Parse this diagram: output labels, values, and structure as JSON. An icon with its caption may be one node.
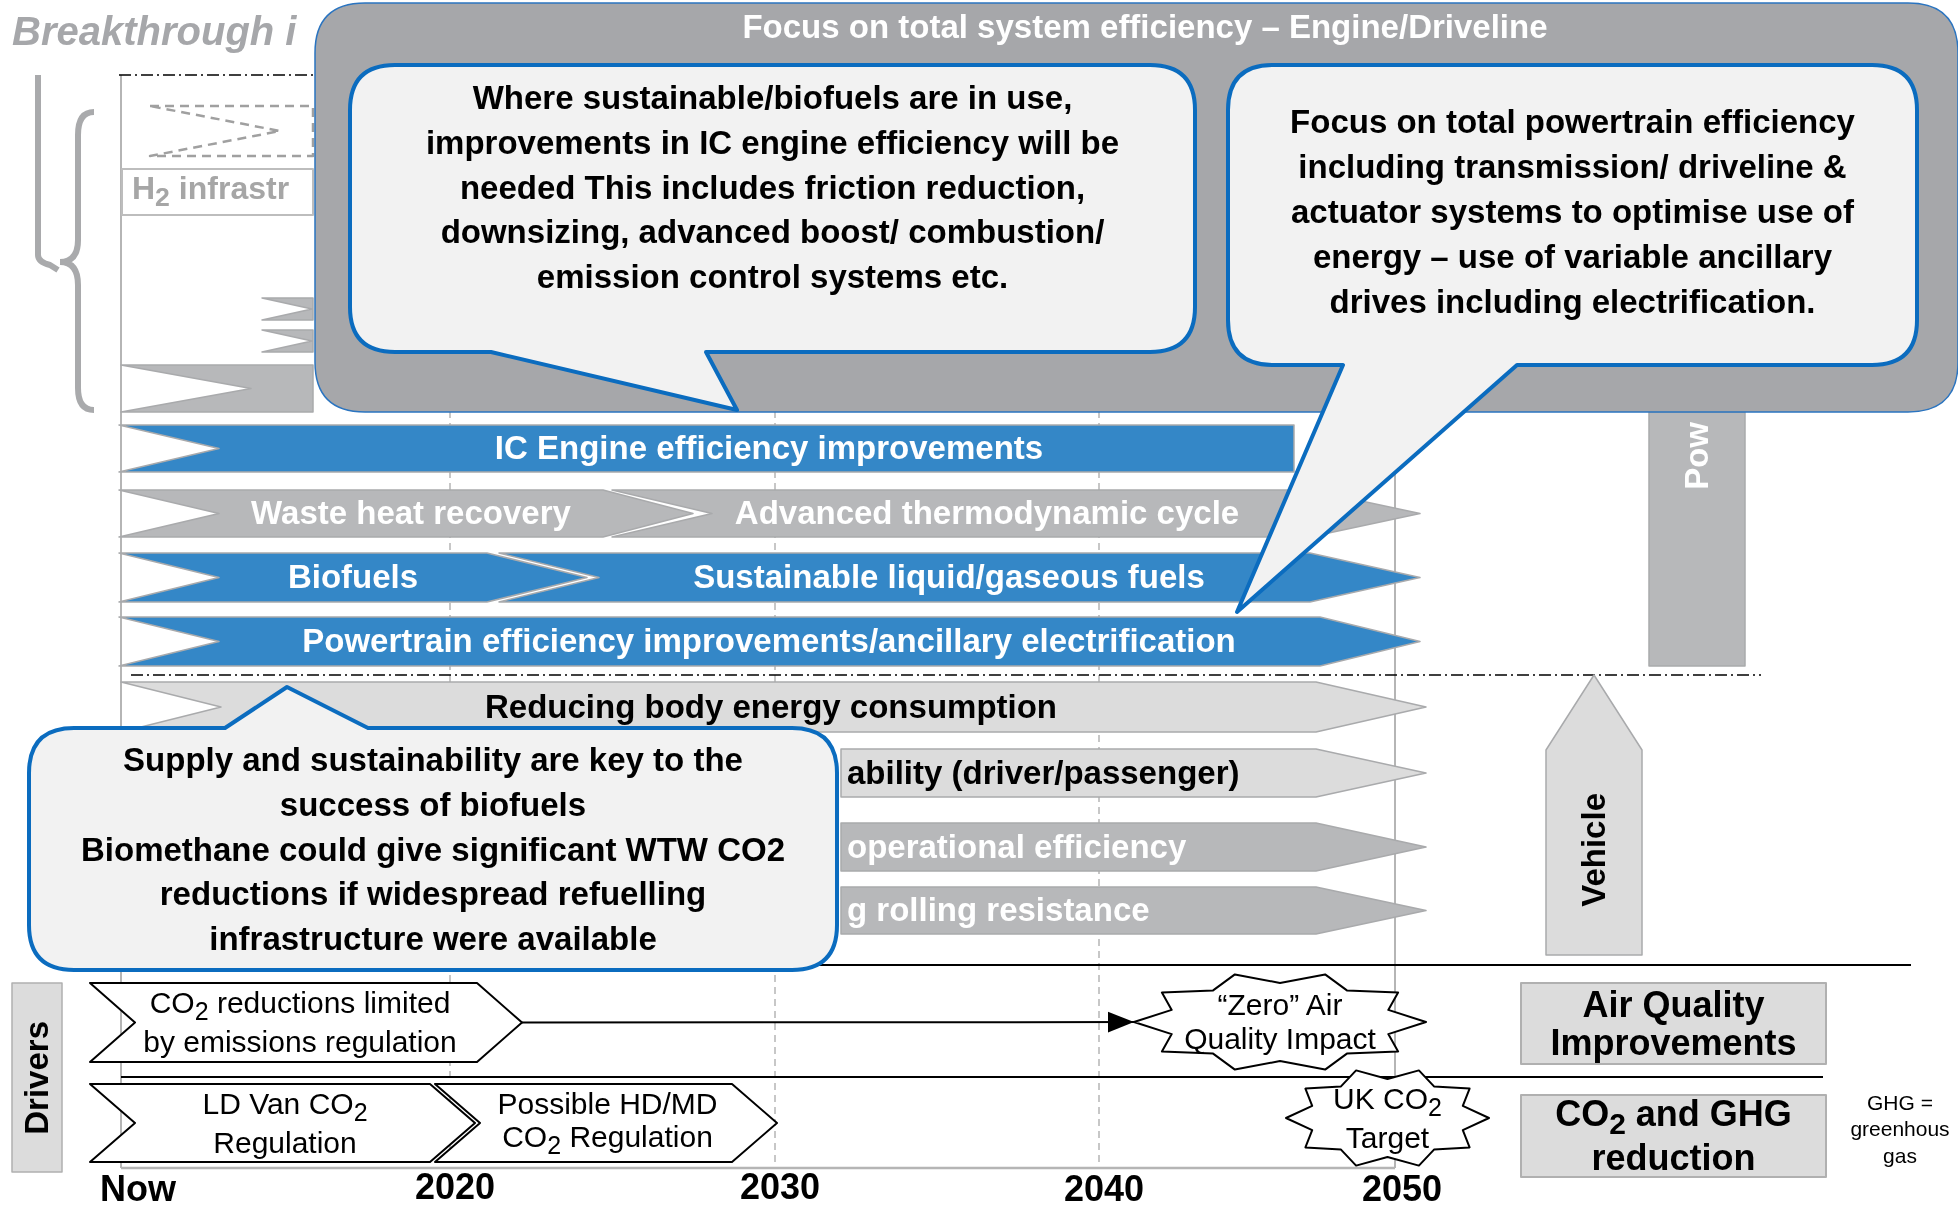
{
  "diagram": {
    "nodes": [
      {
        "text": [
          "Focus on total system efficiency – Engine/Driveline"
        ]
      },
      {
        "text": [
          "Where sustainable/biofuels are in use, improvements in IC engine efficiency will be needed This includes friction reduction, downsizing, advanced boost/ combustion/ emission control systems etc."
        ],
        "in": 0
      },
      {
        "text": [
          "Focus on total powertrain efficiency including transmission/ driveline & actuator systems to optimise use of energy – use of variable ancillary drives including electrification."
        ]
      },
      {
        "text": [],
        "shape": "chevron"
      },
      {
        "text": [
          "H$_{2}$ infrastr"
        ]
      },
      {
        "text": [],
        "shape": "chevron"
      },
      {
        "text": [],
        "shape": "chevron"
      },
      {
        "text": [],
        "shape": "chevron"
      },
      {
        "text": [
          "IC Engine efficiency improvements"
        ]
      },
      {
        "text": [
          "Waste heat recovery"
        ]
      },
      {
        "text": [
          "Advanced thermodynamic cycle"
        ]
      },
      {
        "text": [
          "Biofuels"
        ]
      },
      {
        "text": [
          "Sustainable liquid/gaseous fuels"
        ]
      },
      {
        "text": [
          "Powertrain efficiency improvements/ancillary electrification"
        ]
      },
      {
        "text": [
          "Pow"
        ]
      },
      {
        "text": [
          "Reducing body energy consumption"
        ]
      },
      {
        "text": [
          "Supply and sustainability are key to the success of biofuels",
          "Biomethane could give significant WTW CO2 reductions if widespread refuelling infrastructure were available"
        ]
      },
      {
        "text": [
          "ability (driver/passenger)"
        ]
      },
      {
        "text": [
          "operational efficiency"
        ]
      },
      {
        "text": [
          "g rolling resistance"
        ]
      },
      {
        "text": [
          "Vehicle"
        ]
      },
      {
        "text": [
          "Drivers"
        ]
      },
      {
        "text": [
          "CO$_{2}$ reductions limited by emissions regulation"
        ]
      },
      {
        "text": [
          "“Zero” Air Quality Impact"
        ]
      },
      {
        "text": [
          "Air Quality Improvements"
        ]
      },
      {
        "text": [
          "LD Van CO$_{2}$ Regulation"
        ]
      },
      {
        "text": [
          "Possible HD/MD CO$_{2}$ Regulation"
        ]
      },
      {
        "text": [
          "UK CO$_{2}$ Target"
        ]
      },
      {
        "text": [
          "CO$_{2}$ and GHG reduction"
        ]
      }
    ],
    "edges": [
      {
        "from": 22,
        "to": 23,
        "arrow": "to"
      }
    ],
    "labels": [
      "**Breakthrough** i",
      "GHG = greenhous gas",
      "Now",
      "2020",
      "2030",
      "2040",
      "2050"
    ]
  }
}
